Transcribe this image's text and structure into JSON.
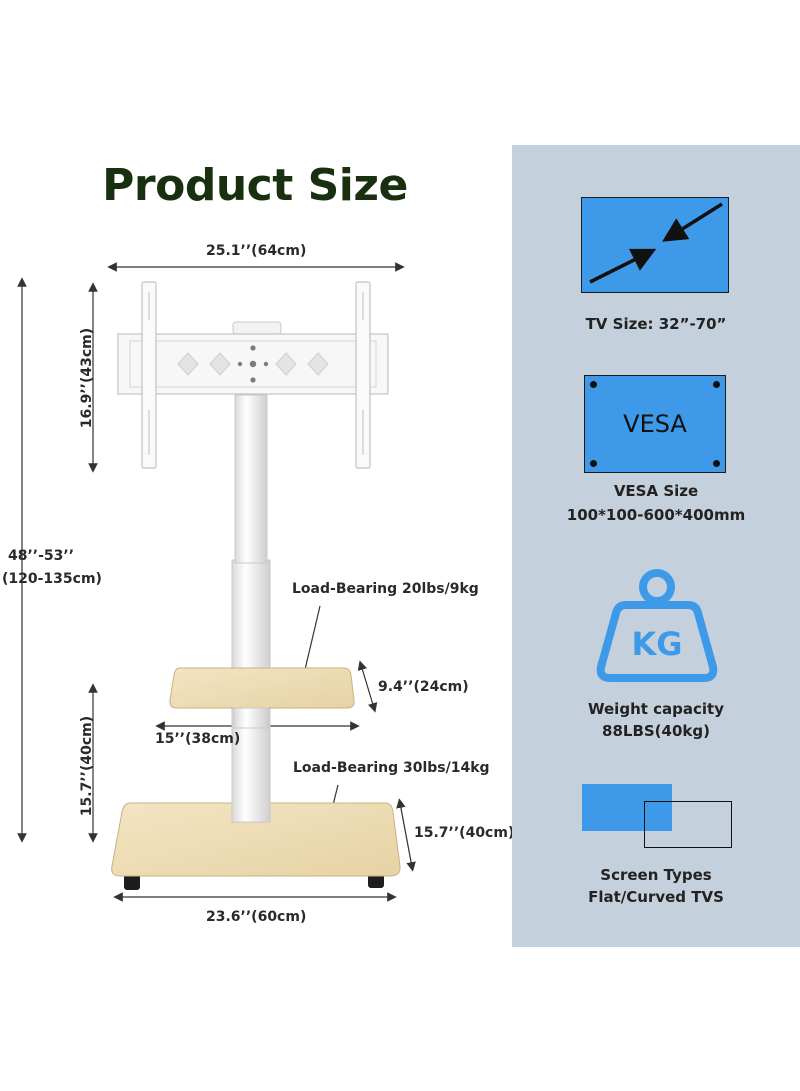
{
  "title": "Product Size",
  "dimensions": {
    "width_top": "25.1’’(64cm)",
    "mount_height": "16.9’’(43cm)",
    "total_height_line1": "48’’-53’’",
    "total_height_line2": "(120-135cm)",
    "shelf_depth": "9.4’’(24cm)",
    "shelf_width": "15’’(38cm)",
    "base_height": "15.7’’(40cm)",
    "base_depth": "15.7’’(40cm)",
    "base_width": "23.6’’(60cm)"
  },
  "load": {
    "top_shelf": "Load-Bearing 20lbs/9kg",
    "base": "Load-Bearing 30lbs/14kg"
  },
  "features": {
    "tv_size": "TV Size: 32”-70”",
    "vesa_label": "VESA",
    "vesa_line1": "VESA Size",
    "vesa_line2": "100*100-600*400mm",
    "weight_icon_text": "KG",
    "weight_line1": "Weight capacity",
    "weight_line2": "88LBS(40kg)",
    "screen_line1": "Screen Types",
    "screen_line2": "Flat/Curved TVS"
  },
  "colors": {
    "title": "#18300f",
    "panel_bg": "#c5d0dd",
    "accent_blue": "#3e9ae8",
    "wood": "#eedcb3"
  },
  "icons": [
    "tv-diagonal-icon",
    "vesa-holes-icon",
    "kg-weight-icon",
    "flat-curved-screen-icon"
  ]
}
